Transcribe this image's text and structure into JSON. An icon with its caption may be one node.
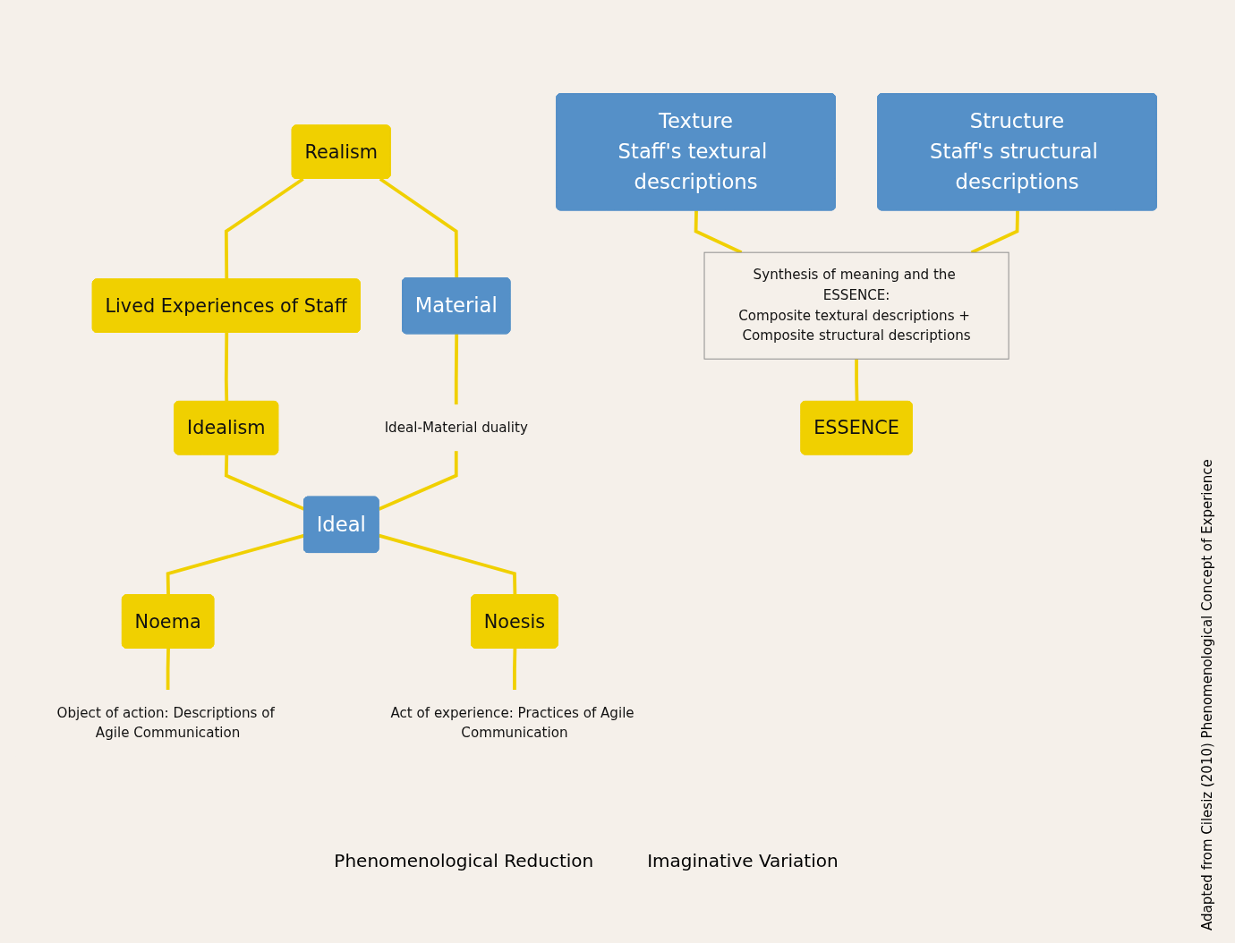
{
  "diagram": {
    "caption": "Adapted from Cilesiz (2010) Phenomenological Concept of Experience",
    "nodes": [
      {
        "text": [
          "Realism"
        ]
      },
      {
        "text": [
          "Lived Experiences of Staff"
        ]
      },
      {
        "text": [
          "Idealism"
        ]
      },
      {
        "text": [
          "Material"
        ]
      },
      {
        "text": [
          "Ideal-Material duality"
        ]
      },
      {
        "text": [
          "Ideal"
        ]
      },
      {
        "text": [
          "Noema"
        ]
      },
      {
        "text": [
          "Noesis"
        ]
      },
      {
        "text": [
          "Object of action: Descriptions of Agile Communication"
        ]
      },
      {
        "text": [
          "Act of experience: Practices of Agile Communication"
        ]
      },
      {
        "text": [
          "Texture",
          "Staff's textural descriptions"
        ]
      },
      {
        "text": [
          "Structure",
          "Staff's structural descriptions"
        ]
      },
      {
        "text": [
          "Synthesis of meaning and the ESSENCE:",
          "Composite textural descriptions + Composite structural descriptions"
        ]
      },
      {
        "text": [
          "ESSENCE"
        ]
      }
    ],
    "edges": [
      {
        "from": 0,
        "to": 1,
        "arrow": "none"
      },
      {
        "from": 1,
        "to": 2,
        "arrow": "none"
      },
      {
        "from": 0,
        "to": 3,
        "arrow": "none"
      },
      {
        "from": 2,
        "to": 5,
        "arrow": "none"
      },
      {
        "from": 3,
        "to": 4,
        "arrow": "none"
      },
      {
        "from": 4,
        "to": 5,
        "arrow": "none"
      },
      {
        "from": 5,
        "to": 6,
        "arrow": "none"
      },
      {
        "from": 5,
        "to": 7,
        "arrow": "none"
      },
      {
        "from": 6,
        "to": 8,
        "arrow": "none"
      },
      {
        "from": 7,
        "to": 9,
        "arrow": "none"
      },
      {
        "from": 10,
        "to": 12,
        "arrow": "none"
      },
      {
        "from": 11,
        "to": 12,
        "arrow": "none"
      },
      {
        "from": 12,
        "to": 13,
        "arrow": "none"
      }
    ],
    "labels": [
      "Phenomenological Reduction",
      "Imaginative Variation"
    ]
  }
}
